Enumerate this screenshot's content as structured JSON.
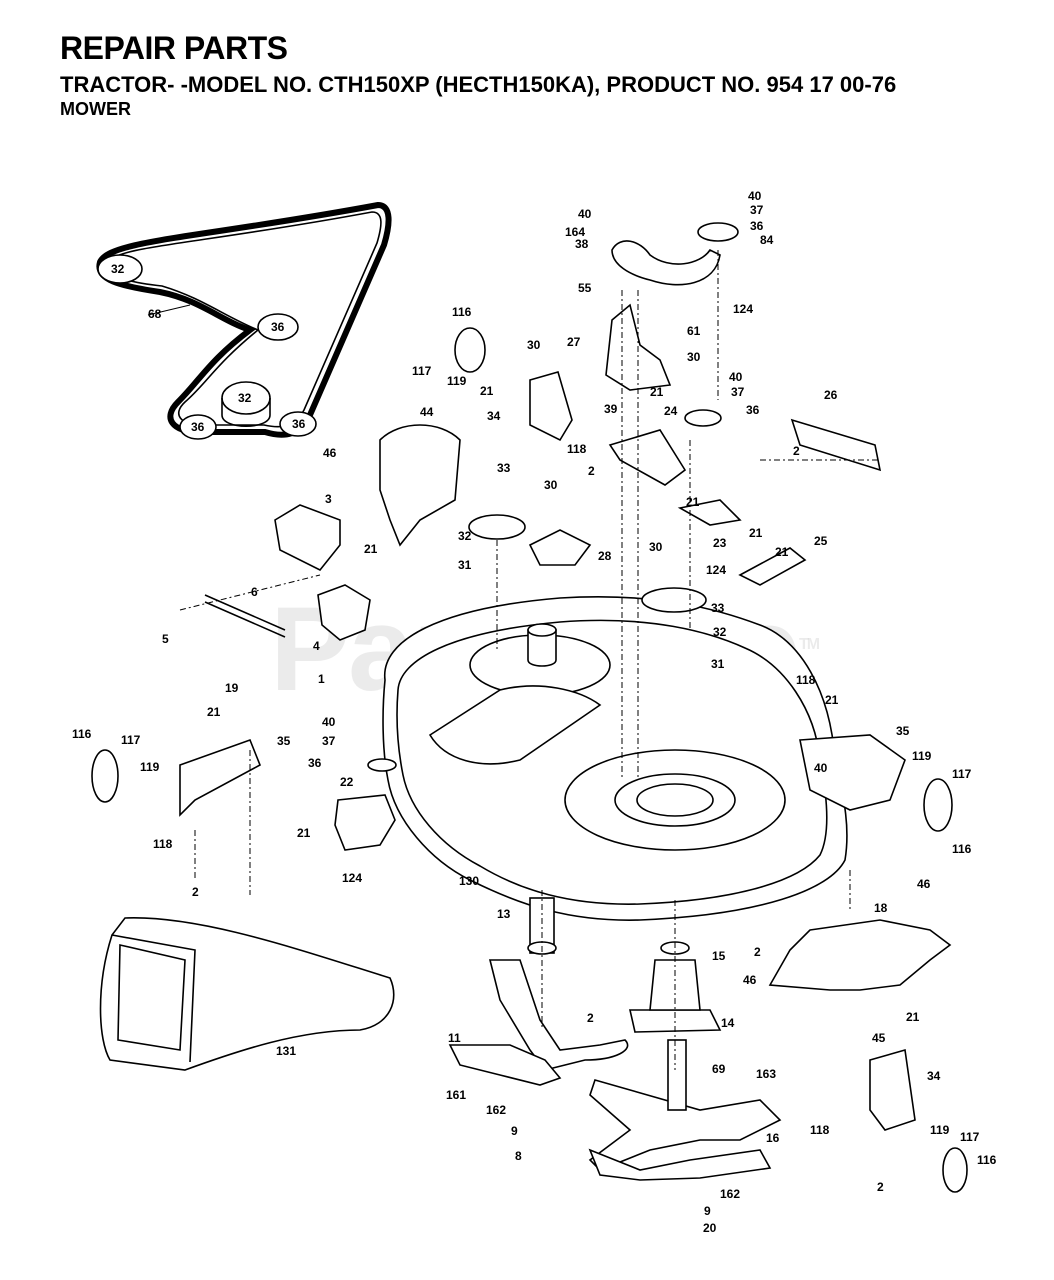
{
  "header": {
    "title": "REPAIR PARTS",
    "subtitle": "TRACTOR- -MODEL NO. CTH150XP (HECTH150KA), PRODUCT NO. 954 17 00-76",
    "section": "MOWER"
  },
  "watermark": {
    "text": "PartsTree",
    "mark": "TM"
  },
  "part_labels": [
    {
      "id": "l1",
      "text": "40"
    },
    {
      "id": "l2",
      "text": "37"
    },
    {
      "id": "l3",
      "text": "36"
    },
    {
      "id": "l4",
      "text": "84"
    },
    {
      "id": "l5",
      "text": "40"
    },
    {
      "id": "l6",
      "text": "164"
    },
    {
      "id": "l7",
      "text": "38"
    },
    {
      "id": "l8",
      "text": "55"
    },
    {
      "id": "l9",
      "text": "124"
    },
    {
      "id": "l10",
      "text": "61"
    },
    {
      "id": "l11",
      "text": "30"
    },
    {
      "id": "l12",
      "text": "116"
    },
    {
      "id": "l13",
      "text": "117"
    },
    {
      "id": "l14",
      "text": "119"
    },
    {
      "id": "l15",
      "text": "30"
    },
    {
      "id": "l16",
      "text": "27"
    },
    {
      "id": "l17",
      "text": "40"
    },
    {
      "id": "l18",
      "text": "37"
    },
    {
      "id": "l19",
      "text": "21"
    },
    {
      "id": "l20",
      "text": "34"
    },
    {
      "id": "l21",
      "text": "118"
    },
    {
      "id": "l22",
      "text": "39"
    },
    {
      "id": "l23",
      "text": "21"
    },
    {
      "id": "l24",
      "text": "24"
    },
    {
      "id": "l25",
      "text": "36"
    },
    {
      "id": "l26",
      "text": "26"
    },
    {
      "id": "l27",
      "text": "2"
    },
    {
      "id": "l28",
      "text": "68"
    },
    {
      "id": "l29",
      "text": "32"
    },
    {
      "id": "l30",
      "text": "36"
    },
    {
      "id": "l31",
      "text": "32"
    },
    {
      "id": "l32",
      "text": "36"
    },
    {
      "id": "l33",
      "text": "36"
    },
    {
      "id": "l34",
      "text": "46"
    },
    {
      "id": "l35",
      "text": "44"
    },
    {
      "id": "l36",
      "text": "33"
    },
    {
      "id": "l37",
      "text": "2"
    },
    {
      "id": "l38",
      "text": "30"
    },
    {
      "id": "l39",
      "text": "21"
    },
    {
      "id": "l40",
      "text": "3"
    },
    {
      "id": "l41",
      "text": "32"
    },
    {
      "id": "l42",
      "text": "28"
    },
    {
      "id": "l43",
      "text": "31"
    },
    {
      "id": "l44",
      "text": "23"
    },
    {
      "id": "l45",
      "text": "21"
    },
    {
      "id": "l46",
      "text": "25"
    },
    {
      "id": "l47",
      "text": "30"
    },
    {
      "id": "l48",
      "text": "124"
    },
    {
      "id": "l49",
      "text": "21"
    },
    {
      "id": "l50",
      "text": "21"
    },
    {
      "id": "l51",
      "text": "6"
    },
    {
      "id": "l52",
      "text": "33"
    },
    {
      "id": "l53",
      "text": "5"
    },
    {
      "id": "l54",
      "text": "4"
    },
    {
      "id": "l55",
      "text": "32"
    },
    {
      "id": "l56",
      "text": "31"
    },
    {
      "id": "l57",
      "text": "19"
    },
    {
      "id": "l58",
      "text": "1"
    },
    {
      "id": "l59",
      "text": "118"
    },
    {
      "id": "l60",
      "text": "21"
    },
    {
      "id": "l61",
      "text": "21"
    },
    {
      "id": "l62",
      "text": "35"
    },
    {
      "id": "l63",
      "text": "40"
    },
    {
      "id": "l64",
      "text": "116"
    },
    {
      "id": "l65",
      "text": "117"
    },
    {
      "id": "l66",
      "text": "119"
    },
    {
      "id": "l67",
      "text": "37"
    },
    {
      "id": "l68",
      "text": "36"
    },
    {
      "id": "l69",
      "text": "35"
    },
    {
      "id": "l70",
      "text": "40"
    },
    {
      "id": "l71",
      "text": "119"
    },
    {
      "id": "l72",
      "text": "117"
    },
    {
      "id": "l73",
      "text": "116"
    },
    {
      "id": "l74",
      "text": "118"
    },
    {
      "id": "l75",
      "text": "22"
    },
    {
      "id": "l76",
      "text": "21"
    },
    {
      "id": "l77",
      "text": "2"
    },
    {
      "id": "l78",
      "text": "124"
    },
    {
      "id": "l79",
      "text": "130"
    },
    {
      "id": "l80",
      "text": "46"
    },
    {
      "id": "l81",
      "text": "18"
    },
    {
      "id": "l82",
      "text": "13"
    },
    {
      "id": "l83",
      "text": "2"
    },
    {
      "id": "l84",
      "text": "15"
    },
    {
      "id": "l85",
      "text": "46"
    },
    {
      "id": "l86",
      "text": "2"
    },
    {
      "id": "l87",
      "text": "14"
    },
    {
      "id": "l88",
      "text": "45"
    },
    {
      "id": "l89",
      "text": "11"
    },
    {
      "id": "l90",
      "text": "21"
    },
    {
      "id": "l91",
      "text": "131"
    },
    {
      "id": "l92",
      "text": "69"
    },
    {
      "id": "l93",
      "text": "34"
    },
    {
      "id": "l94",
      "text": "161"
    },
    {
      "id": "l95",
      "text": "163"
    },
    {
      "id": "l96",
      "text": "162"
    },
    {
      "id": "l97",
      "text": "9"
    },
    {
      "id": "l98",
      "text": "8"
    },
    {
      "id": "l99",
      "text": "16"
    },
    {
      "id": "l100",
      "text": "118"
    },
    {
      "id": "l101",
      "text": "119"
    },
    {
      "id": "l102",
      "text": "117"
    },
    {
      "id": "l103",
      "text": "2"
    },
    {
      "id": "l104",
      "text": "116"
    },
    {
      "id": "l105",
      "text": "162"
    },
    {
      "id": "l106",
      "text": "9"
    },
    {
      "id": "l107",
      "text": "20"
    }
  ]
}
